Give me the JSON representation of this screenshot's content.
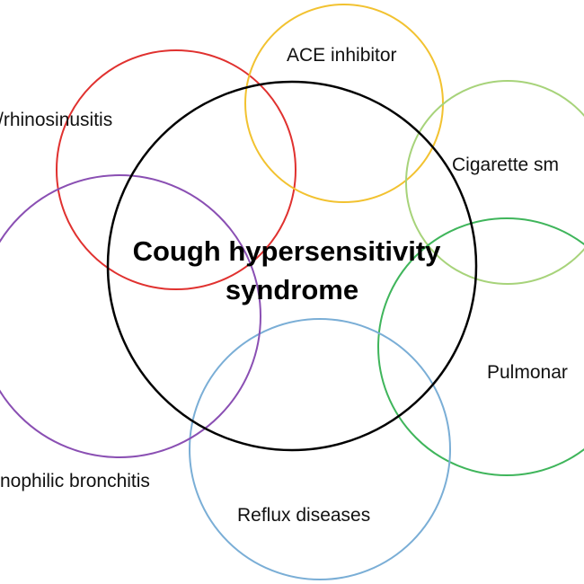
{
  "center": {
    "line1": "Cough hypersensitivity",
    "line2": "syndrome",
    "color": "#000000"
  },
  "factors": [
    {
      "key": "rhinosinusitis",
      "label": "/rhinosinusitis",
      "color": "#e0312f"
    },
    {
      "key": "ace",
      "label": "ACE inhibitor",
      "color": "#f2c230"
    },
    {
      "key": "cigarette",
      "label": "Cigarette sm",
      "color": "#a7d37a"
    },
    {
      "key": "pulmonary",
      "label": "Pulmonar",
      "color": "#3fb55b"
    },
    {
      "key": "reflux",
      "label": "Reflux diseases",
      "color": "#7aaed6"
    },
    {
      "key": "eosinophilic",
      "label": "nophilic bronchitis",
      "color": "#8a4fb3"
    }
  ]
}
